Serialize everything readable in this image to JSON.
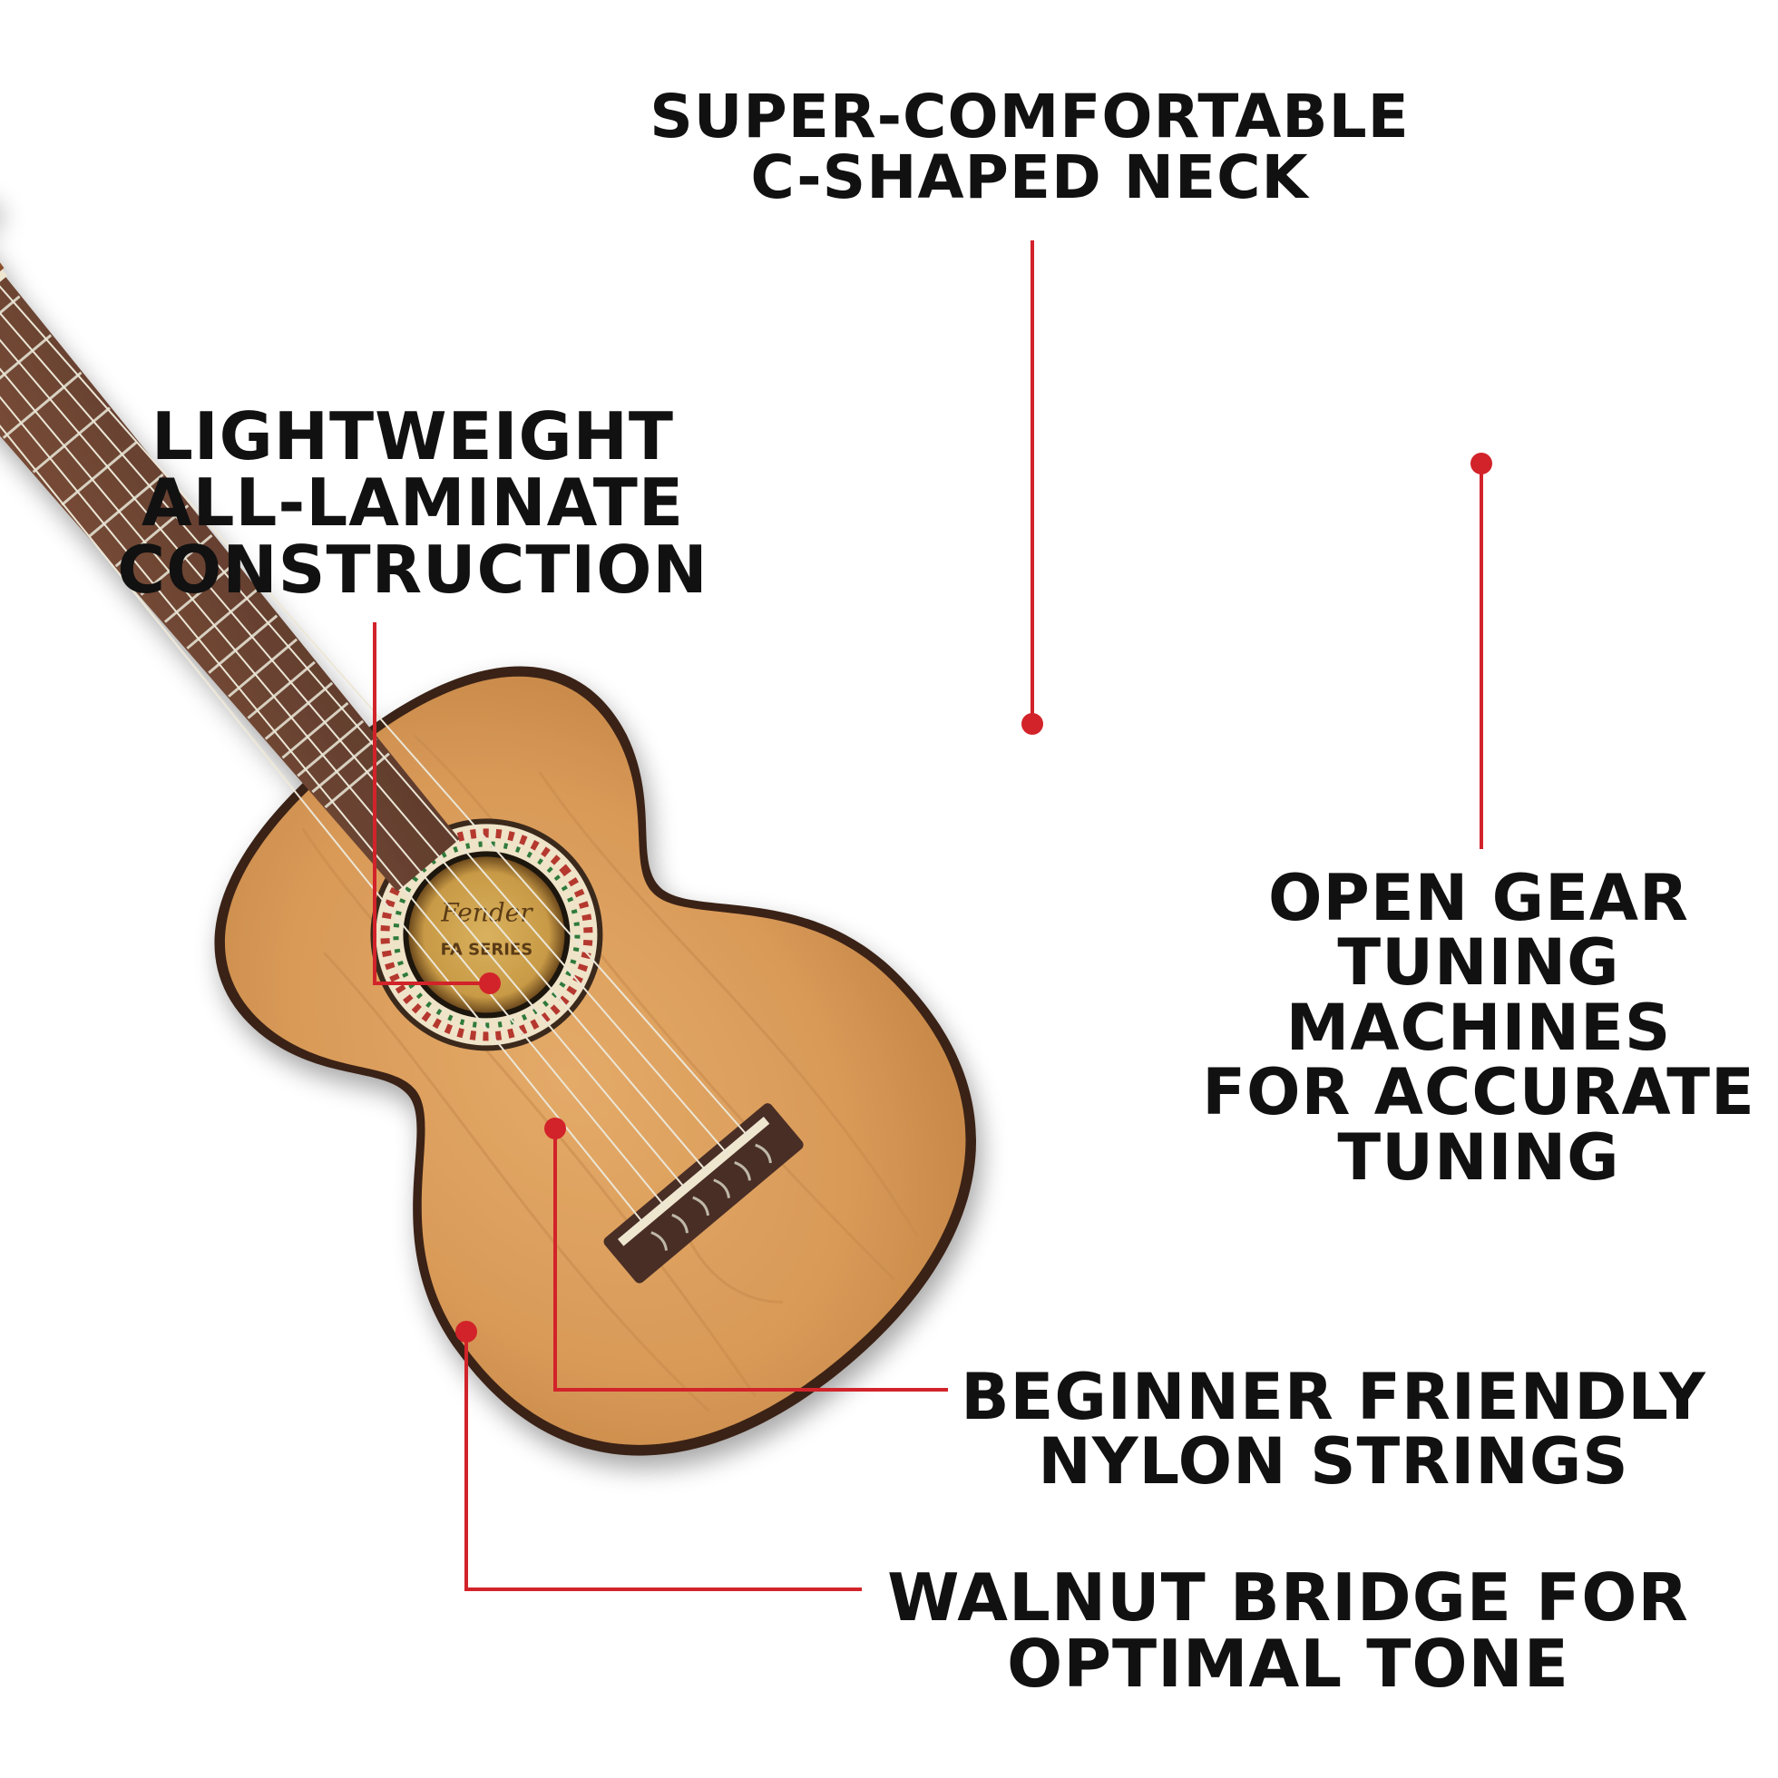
{
  "image": {
    "brand_logo_text": "Fender",
    "soundhole_label": "FA SERIES",
    "colors": {
      "callout": "#d2232a",
      "text": "#111111",
      "top_wood": "#d99a58",
      "fretboard": "#6b4433",
      "headstock": "#8a4f2a",
      "bridge": "#4a2f26",
      "hardware": "#c9a24a"
    }
  },
  "callouts": {
    "neck": {
      "lines": [
        "SUPER-COMFORTABLE",
        "C-SHAPED NECK"
      ]
    },
    "laminate": {
      "lines": [
        "LIGHTWEIGHT",
        "ALL-LAMINATE",
        "CONSTRUCTION"
      ]
    },
    "tuners": {
      "lines": [
        "OPEN GEAR",
        "TUNING",
        "MACHINES",
        "FOR ACCURATE",
        "TUNING"
      ]
    },
    "strings": {
      "lines": [
        "BEGINNER FRIENDLY",
        "NYLON STRINGS"
      ]
    },
    "bridge": {
      "lines": [
        "WALNUT BRIDGE FOR",
        "OPTIMAL TONE"
      ]
    }
  }
}
